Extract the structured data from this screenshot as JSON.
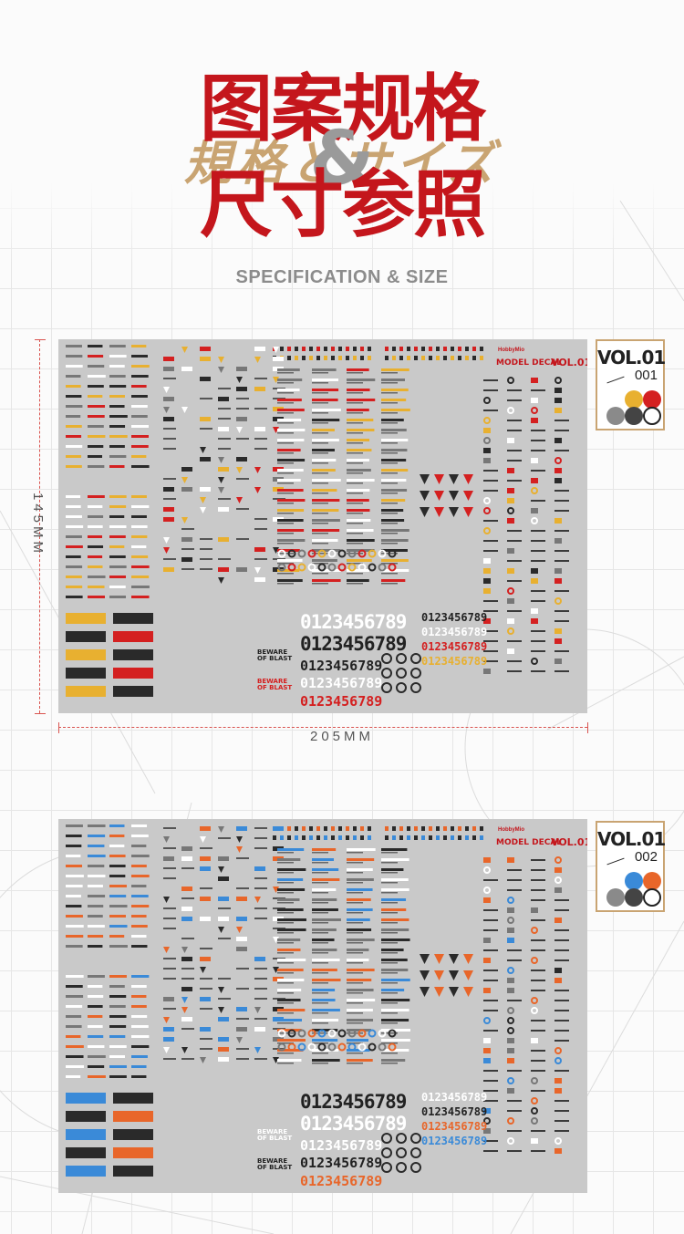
{
  "header": {
    "title_line1": "图案规格",
    "ampersand": "&",
    "title_line2": "尺寸参照",
    "title_japanese": "規格とサイズ",
    "subtitle": "SPECIFICATION & SIZE"
  },
  "dimensions": {
    "height_label": "145MM",
    "width_label": "205MM"
  },
  "sheets": [
    {
      "brand": "HobbyMio",
      "model_decal": "MODEL DECAL",
      "vol": "VOL.01",
      "numbers": [
        "0123456789",
        "0123456789",
        "0123456789",
        "0123456789",
        "0123456789"
      ],
      "side_numbers": [
        "0123456789",
        "0123456789",
        "0123456789",
        "0123456789"
      ],
      "warning": [
        "BEWARE",
        "OF BLAST"
      ],
      "badge": {
        "vol": "VOL.01",
        "code": "001",
        "swatches": [
          "#e8b030",
          "#d42020",
          "#8a8a8a",
          "#444444",
          "#ffffff"
        ]
      }
    },
    {
      "brand": "HobbyMio",
      "model_decal": "MODEL DECAL",
      "vol": "VOL.01",
      "numbers": [
        "0123456789",
        "0123456789",
        "0123456789",
        "0123456789",
        "0123456789"
      ],
      "side_numbers": [
        "0123456789",
        "0123456789",
        "0123456789",
        "0123456789"
      ],
      "warning": [
        "BEWARE",
        "OF BLAST"
      ],
      "badge": {
        "vol": "VOL.01",
        "code": "002",
        "swatches": [
          "#3a8ad8",
          "#e8662a",
          "#8a8a8a",
          "#444444",
          "#ffffff"
        ]
      }
    }
  ]
}
